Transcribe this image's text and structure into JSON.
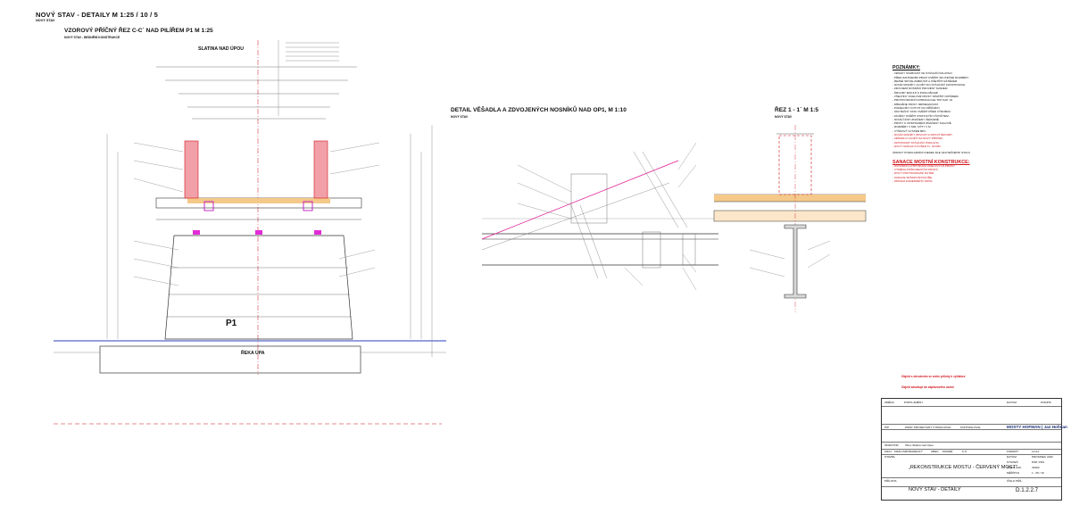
{
  "sheet": {
    "title": "NOVÝ STAV -   DETAILY   M 1:25 / 10 / 5",
    "subtitle": "NOVÝ STAV"
  },
  "sections": {
    "cross": {
      "title": "VZOROVÝ PŘÍČNÝ ŘEZ C-C´ NAD PILÍŘEM P1   M 1:25",
      "subtitle": "NOVÝ STAV  -  BEDNĚNÍ KONSTRUKCE"
    },
    "detail": {
      "title": "DETAIL VĚŠADLA A ZDVOJENÝCH NOSNÍKŮ NAD OP1,   M 1:10",
      "subtitle": "NOVÝ STAV"
    },
    "rez": {
      "title": "ŘEZ 1 - 1´  M 1:5",
      "subtitle": "NOVÝ STAV"
    }
  },
  "labels": {
    "niveleta": "SLATINA NAD ÚPOU",
    "pier": "P1",
    "river": "ŘEKA ÚPA"
  },
  "notes": {
    "heading": "POZNÁMKY:",
    "items": [
      "- VĚŠÁKY SVAŘOVAT VE STÁVAJÍCÍ DILATACI",
      "- PŘED ZAHÁJENÍM PRACÍ OVĚŘIT SKUTEČNÉ ROZMĚRY",
      "- ŘEZNÉ SPOJE ZABRUSIT A OŠETŘIT NÁTĚREM",
      "- NOVÉ NOSNÍKY ULOŽIT DO STÁVAJÍCÍ KONSTRUKCE",
      "- ZDVOJENÍ NOSNÍKŮ PROVÉST SVAREM",
      "- ŠROUBY M20 8.8 S PODLOŽKAMI",
      "- VŠECHNY OCELOVÉ PRVKY OPATŘIT NÁTĚREM",
      "- PROTIKOROZNÍ OCHRANA DLE TKP KAP. 19",
      "- DŘEVĚNÉ PRVKY IMPREGNOVAT",
      "- PODÉLNÍKY KOTVIT DO PŘÍČNÍKŮ",
      "- SKUTEČNÝ STAV OVĚŘIT PŘED VÝROBOU",
      "- ZÁVĚSY OVĚŘIT STATICKÝM VÝPOČTEM",
      "- NOVÉ ČÁSTI ZNAČENY ČERVENĚ",
      "- PRVKY K ODSTRANĚNÍ ZNAČENY FIALOVĚ",
      "- ROZMĚRY V MM, KÓTY V M",
      "- VÝŠKOVÝ SYSTÉM BPV"
    ],
    "red_items": [
      "- NOVÉ NOSNÍKY ZDVOJIT A SPOJIT ŠROUBY",
      "- VĚŠADLO ULOŽIT NA NOVÝ PŘÍČNÍK",
      "- ODSTRANIT STÁVAJÍCÍ PODLAHU",
      "- NOVÝ NÁŠLAP Z FOŠEN TL. 60 MM"
    ],
    "footer_note": "ÚPRAVY PODKLADNÍCH DESEK DLE SKUTEČNÉHO STAVU",
    "sanace_heading": "SANACE MOSTNÍ KONSTRUKCE:",
    "sanace_items": [
      "- OČIŠTĚNÍ A OTRYSKÁNÍ OCELOVÝCH PRVKŮ",
      "- VÝMĚNA POŠKOZENÝCH PRVKŮ",
      "- NOVÝ PROTIKOROZNÍ NÁTĚR",
      "- SANACE SPÁROVÁNÍ PILÍŘE",
      "- OPRAVA KAMENNÉHO ZDIVA"
    ]
  },
  "stamp": {
    "red_note_1": "Objekt s ohrožením ve znění přílohy k vyhlášce",
    "red_note_2": "Objekt zasahuje do záplavového území",
    "zmena_label": "ZMĚNA",
    "popis_zmeny": "POPIS ZMĚNY",
    "datum_label": "DATUM",
    "podpis_label": "PODPIS",
    "hip": "HIP",
    "zodp_projektant": "ZODP. PROJEKTANT",
    "vypracoval": "VYPRACOVAL",
    "kontroloval": "KONTROLOVAL",
    "firm": "MOSTY HOFMAN | Jan Hofman",
    "investor_label": "INVESTOR",
    "investor": "Obec Slatina nad Úpou",
    "kraj_label": "KRAJ",
    "kraj": "KRÁLOVÉHRADECKÝ",
    "obec_label": "OBEC",
    "obec": "MOKRÉ",
    "ku_label": "K.Ú.",
    "stavba_label": "STAVBA",
    "stavba": "„REKONSTRUKCE MOSTU - ČERVENÝ MOST\"",
    "format_label": "FORMÁT",
    "format": "12 A4",
    "datum_row_label": "DATUM",
    "datum": "PROSINEC 2022",
    "stupen_label": "STUPEŇ",
    "stupen": "DSP, PDS",
    "cislo_label": "ČÍSLO ZAK.",
    "cislo": "39102",
    "meritko_label": "MĚŘÍTKO",
    "meritko": "1 : 25 / 10",
    "priloha_label": "PŘÍLOHA",
    "priloha": "NOVÝ STAV -   DETAILY",
    "cislo_prilohy_label": "ČÍSLO PŘÍL.",
    "cislo_prilohy": "D.1.2.2.7"
  }
}
